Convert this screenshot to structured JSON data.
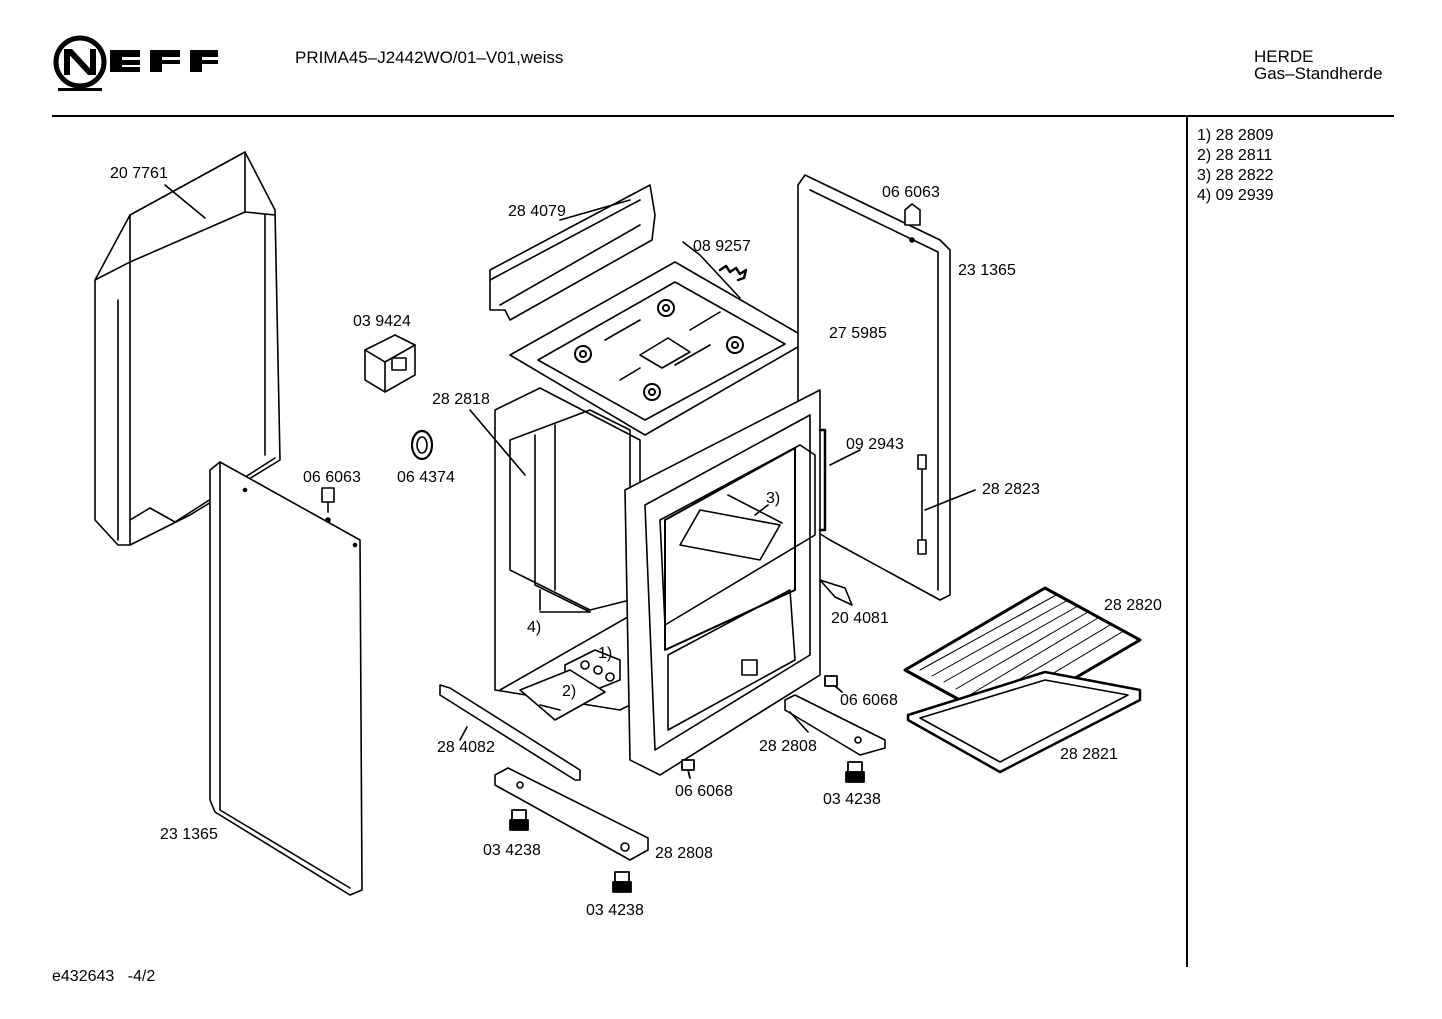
{
  "header": {
    "brand": "NEFF",
    "model_line": "PRIMA45–J2442WO/01–V01,weiss",
    "category": "HERDE",
    "subcategory": "Gas–Standherde"
  },
  "side_list": [
    "1) 28 2809",
    "2) 28 2811",
    "3) 28 2822",
    "4) 09 2939"
  ],
  "footer": {
    "code": "e432643",
    "page": "-4/2"
  },
  "parts": {
    "p207761": "20 7761",
    "p284079": "28 4079",
    "p089257": "08 9257",
    "p066063_top": "06 6063",
    "p231365_right": "23 1365",
    "p039424": "03 9424",
    "p275985": "27 5985",
    "p282818": "28 2818",
    "p092943": "09 2943",
    "p066063_left": "06 6063",
    "p064374": "06 4374",
    "p282823": "28 2823",
    "c3": "3)",
    "p282820": "28 2820",
    "p204081": "20 4081",
    "c4": "4)",
    "c1": "1)",
    "c2": "2)",
    "p066068_right": "06 6068",
    "p284082": "28 4082",
    "p282808_mid": "28 2808",
    "p282821": "28 2821",
    "p066068_bottom": "06 6068",
    "p034238_mid": "03 4238",
    "p231365_left": "23 1365",
    "p034238_left": "03 4238",
    "p282808_bottom": "28 2808",
    "p034238_bottom": "03 4238"
  }
}
